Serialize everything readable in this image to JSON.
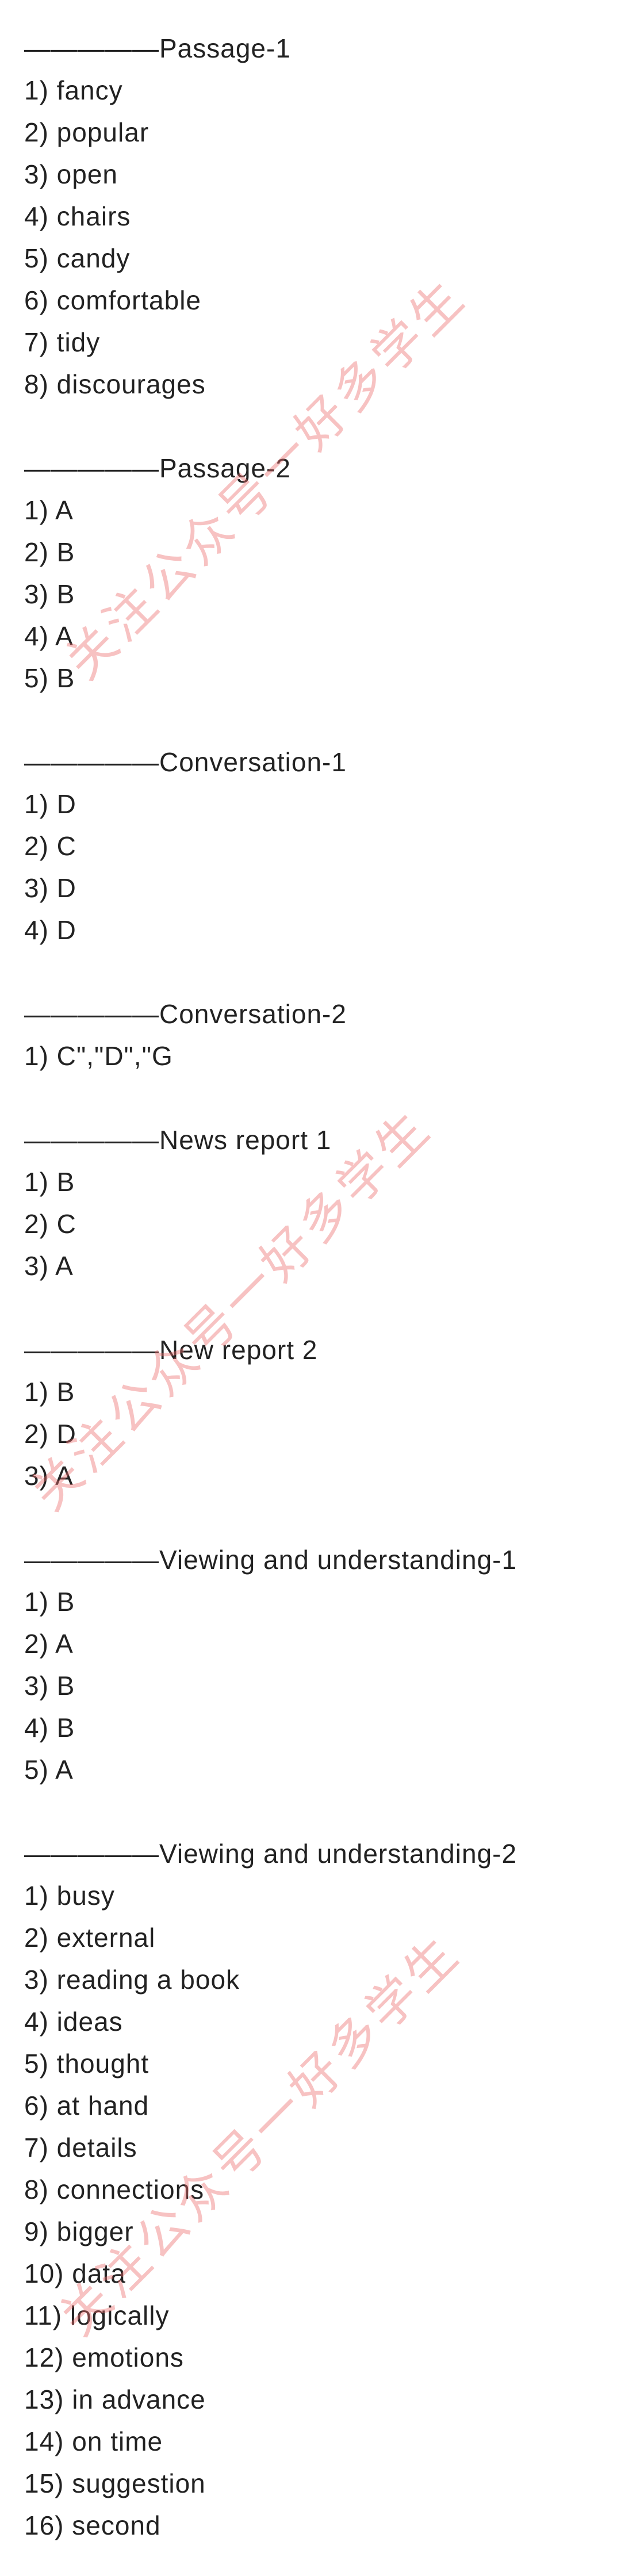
{
  "watermark": {
    "text": "关注公众号一好多学生",
    "color": "#ec6e6e"
  },
  "sections": [
    {
      "title": "—————Passage-1",
      "answers": [
        "1) fancy",
        "2) popular",
        "3) open",
        "4) chairs",
        "5) candy",
        "6) comfortable",
        "7) tidy",
        "8) discourages"
      ]
    },
    {
      "title": "—————Passage-2",
      "answers": [
        "1) A",
        "2) B",
        "3) B",
        "4) A",
        "5) B"
      ]
    },
    {
      "title": "—————Conversation-1",
      "answers": [
        "1) D",
        "2) C",
        "3) D",
        "4) D"
      ]
    },
    {
      "title": "—————Conversation-2",
      "answers": [
        "1) C\",\"D\",\"G"
      ]
    },
    {
      "title": "—————News report 1",
      "answers": [
        "1) B",
        "2) C",
        "3) A"
      ]
    },
    {
      "title": "—————New report 2",
      "answers": [
        "1) B",
        "2) D",
        "3) A"
      ]
    },
    {
      "title": "—————Viewing and understanding-1",
      "answers": [
        "1) B",
        "2) A",
        "3) B",
        "4) B",
        "5) A"
      ]
    },
    {
      "title": "—————Viewing and understanding-2",
      "answers": [
        "1) busy",
        "2) external",
        "3) reading a book",
        "4) ideas",
        "5) thought",
        "6) at hand",
        "7) details",
        "8) connections",
        "9) bigger",
        "10) data",
        "11) logically",
        "12) emotions",
        "13) in advance",
        "14) on time",
        "15) suggestion",
        "16) second"
      ]
    }
  ]
}
